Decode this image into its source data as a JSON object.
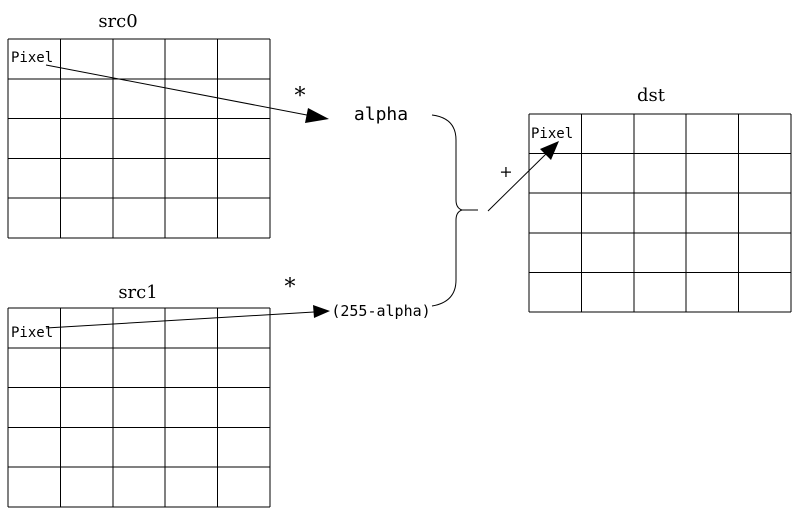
{
  "grids": {
    "src0": {
      "title": "src0",
      "cell_label": "Pixel",
      "rows": 5,
      "cols": 5
    },
    "src1": {
      "title": "src1",
      "cell_label": "Pixel",
      "rows": 5,
      "cols": 5
    },
    "dst": {
      "title": "dst",
      "cell_label": "Pixel",
      "rows": 5,
      "cols": 5
    }
  },
  "operators": {
    "multiply_top": "*",
    "multiply_bottom": "*",
    "add": "+"
  },
  "factors": {
    "alpha": "alpha",
    "inverse_alpha": "(255-alpha)"
  },
  "colors": {
    "stroke": "#000000",
    "background": "#ffffff"
  }
}
